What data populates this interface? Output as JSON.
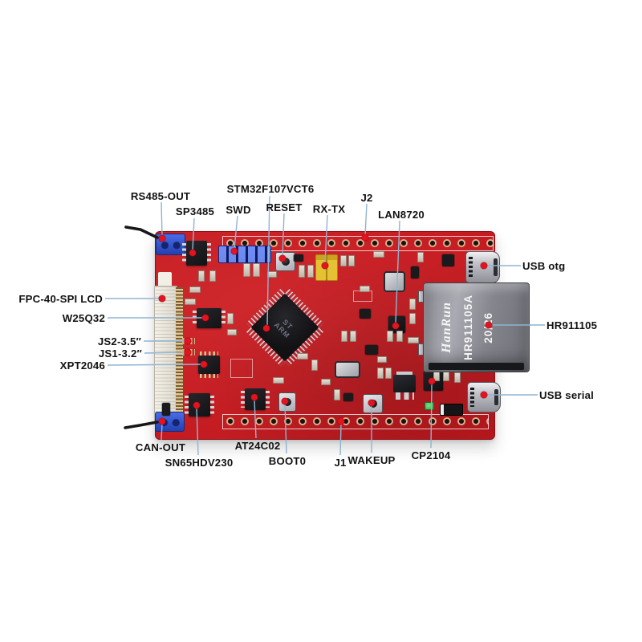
{
  "meta": {
    "description": "Annotated photo of a red STM32F107VCT6 development board with component callouts"
  },
  "colors": {
    "board_red": "#c2191f",
    "board_red_dark": "#9c1014",
    "callout_line": "#8fb4d2",
    "dot_red": "#e5121f",
    "label_text": "#121212",
    "terminal_blue": "#2f55cf",
    "header_blue": "#2d49c0",
    "cap_yellow": "#e5c233",
    "chip_black": "#1b1b1e",
    "jack_metal": "#8b8c94",
    "silk_white": "#f2efe6"
  },
  "board": {
    "mcu_marking_1": "ST",
    "mcu_marking_2": "ARM",
    "ethernet_jack": {
      "brand": "HanRun",
      "model": "HR911105A",
      "date_code": "20/26"
    }
  },
  "annotations": [
    {
      "id": "rs485-out",
      "text": "RS485-OUT"
    },
    {
      "id": "sp3485",
      "text": "SP3485"
    },
    {
      "id": "swd",
      "text": "SWD"
    },
    {
      "id": "stm32",
      "text": "STM32F107VCT6"
    },
    {
      "id": "reset",
      "text": "RESET"
    },
    {
      "id": "rx-tx",
      "text": "RX-TX"
    },
    {
      "id": "j2",
      "text": "J2"
    },
    {
      "id": "lan8720",
      "text": "LAN8720"
    },
    {
      "id": "usb-otg",
      "text": "USB otg"
    },
    {
      "id": "hr911105",
      "text": "HR911105"
    },
    {
      "id": "usb-serial",
      "text": "USB serial"
    },
    {
      "id": "fpc",
      "text": "FPC-40-SPI LCD"
    },
    {
      "id": "w25q32",
      "text": "W25Q32"
    },
    {
      "id": "js2",
      "text": "JS2-3.5″"
    },
    {
      "id": "js1",
      "text": "JS1-3.2″"
    },
    {
      "id": "xpt2046",
      "text": "XPT2046"
    },
    {
      "id": "can-out",
      "text": "CAN-OUT"
    },
    {
      "id": "sn65hdv230",
      "text": "SN65HDV230"
    },
    {
      "id": "at24c02",
      "text": "AT24C02"
    },
    {
      "id": "boot0",
      "text": "BOOT0"
    },
    {
      "id": "j1",
      "text": "J1"
    },
    {
      "id": "wakeup",
      "text": "WAKEUP"
    },
    {
      "id": "cp2104",
      "text": "CP2104"
    }
  ]
}
